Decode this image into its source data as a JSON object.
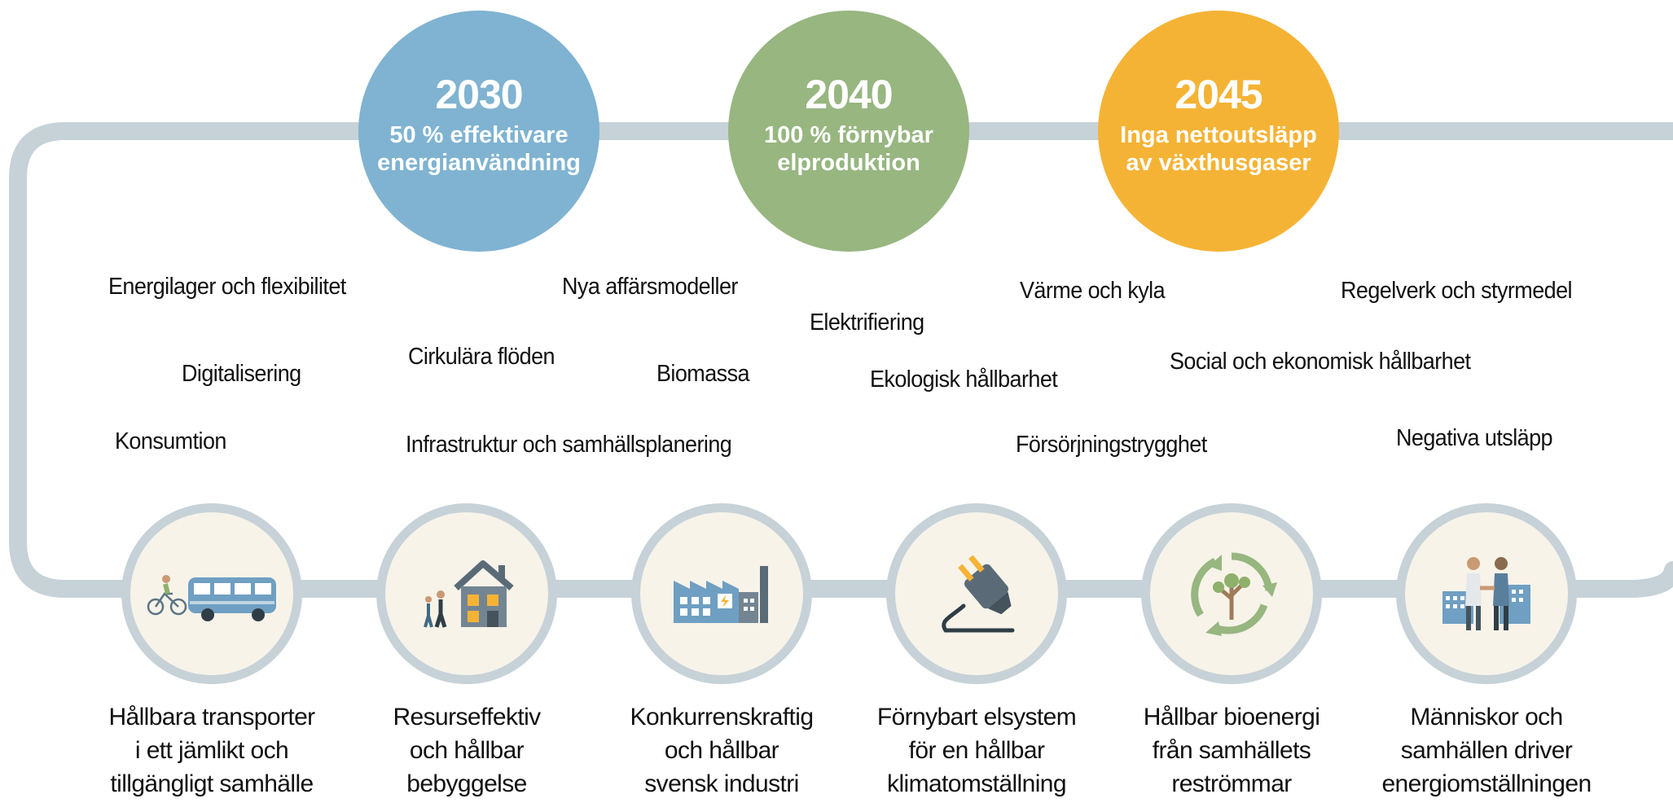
{
  "colors": {
    "track": "#c6d2d8",
    "node_fill": "#f7f3e9",
    "goal_2030": "#7fb3d1",
    "goal_2040": "#97b680",
    "goal_2045": "#f5b335"
  },
  "goals": [
    {
      "year": "2030",
      "text": "50 % effektivare\nenergianvändning"
    },
    {
      "year": "2040",
      "text": "100 % förnybar\nelproduktion"
    },
    {
      "year": "2045",
      "text": "Inga nettoutsläpp\nav växthusgaser"
    }
  ],
  "topics": [
    "Energilager och flexibilitet",
    "Nya affärsmodeller",
    "Elektrifiering",
    "Värme och kyla",
    "Regelverk och styrmedel",
    "Digitalisering",
    "Cirkulära flöden",
    "Biomassa",
    "Ekologisk hållbarhet",
    "Social och ekonomisk hållbarhet",
    "Konsumtion",
    "Infrastruktur och samhällsplanering",
    "Försörjningstrygghet",
    "Negativa utsläpp"
  ],
  "nodes": [
    {
      "icon": "bus-and-cyclist-icon",
      "caption": "Hållbara transporter\ni ett jämlikt och\ntillgängligt samhälle"
    },
    {
      "icon": "house-and-family-icon",
      "caption": "Resurseffektiv\noch hållbar\nbebyggelse"
    },
    {
      "icon": "factory-icon",
      "caption": "Konkurrenskraftig\noch hållbar\nsvensk industri"
    },
    {
      "icon": "electric-plug-icon",
      "caption": "Förnybart elsystem\nför en hållbar\nklimatomställning"
    },
    {
      "icon": "tree-recycle-icon",
      "caption": "Hållbar bioenergi\nfrån samhällets\nreströmmar"
    },
    {
      "icon": "people-handshake-icon",
      "caption": "Människor och\nsamhällen driver\nenergiomställningen"
    }
  ]
}
